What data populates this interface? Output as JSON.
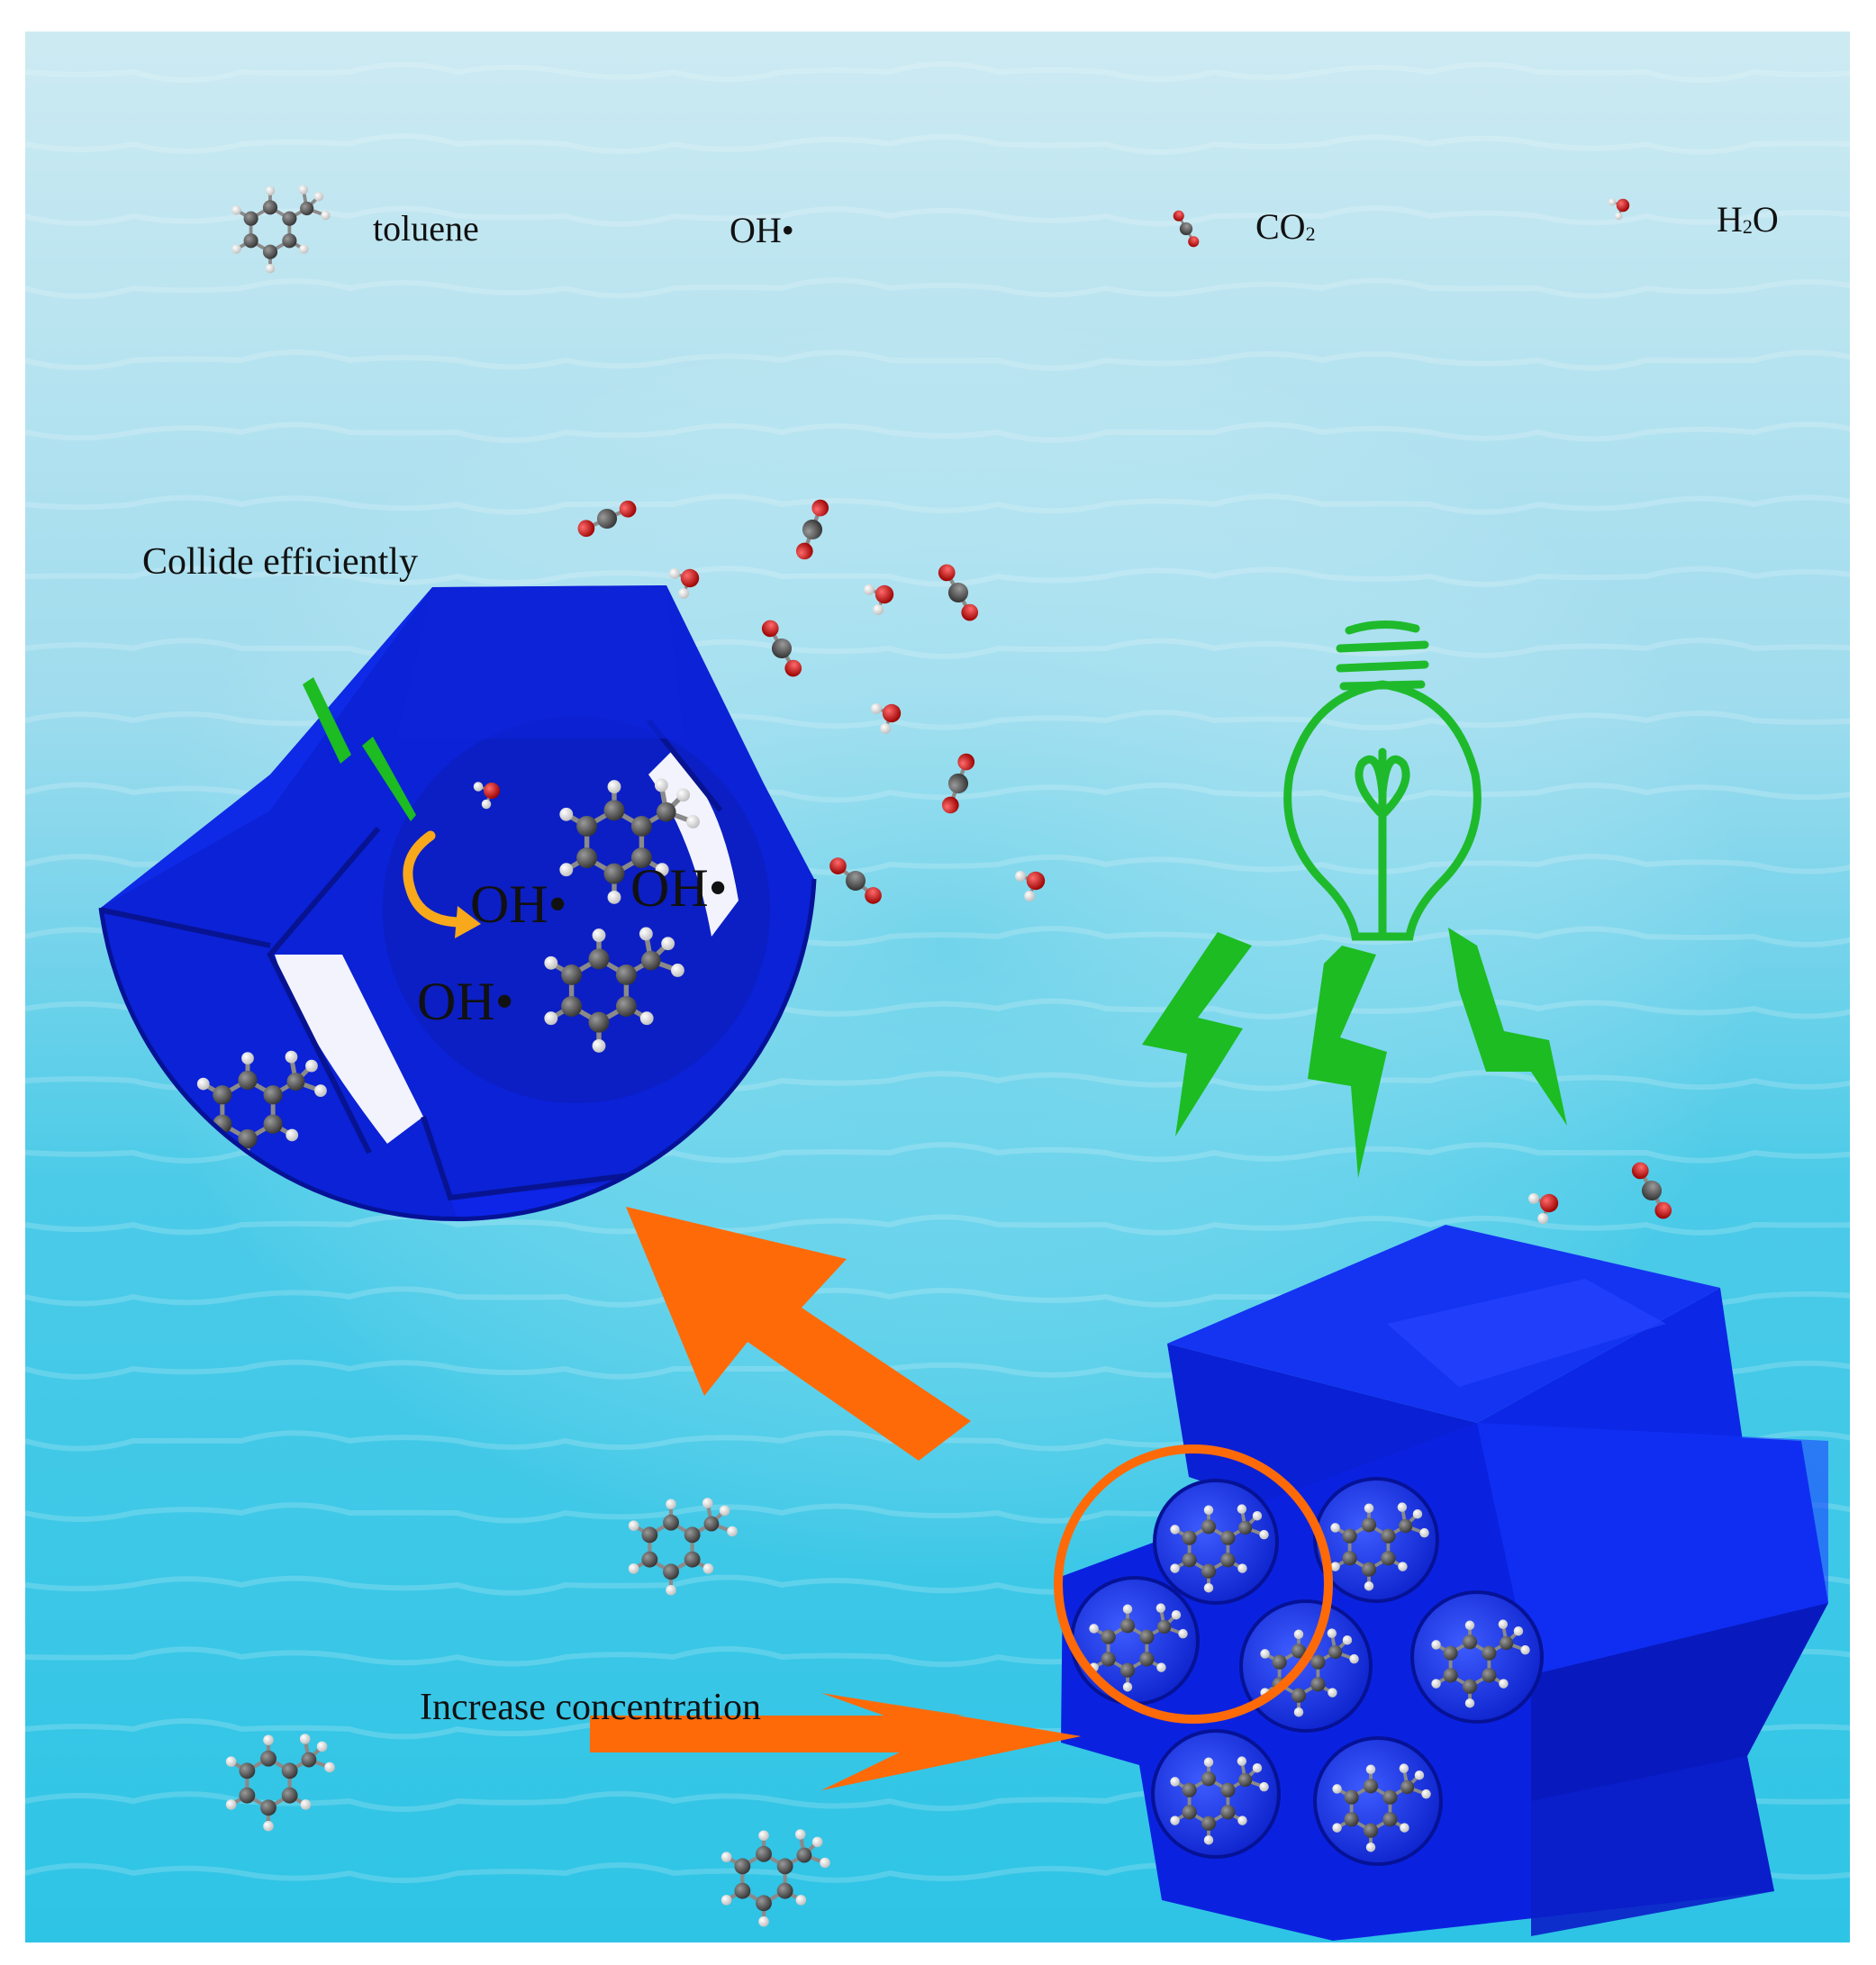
{
  "legend": {
    "toluene": "toluene",
    "oh_radical": "OH•",
    "co2": "CO",
    "co2_sub": "2",
    "h2o_h": "H",
    "h2o_sub": "2",
    "h2o_o": "O"
  },
  "annotations": {
    "collide": "Collide efficiently",
    "increase": "Increase concentration",
    "oh1": "OH•",
    "oh2": "OH•",
    "oh3": "OH•"
  },
  "colors": {
    "water_top": "#bfe6f0",
    "water_bottom": "#22c1e6",
    "framework_blue": "#0a22e0",
    "framework_dark": "#061296",
    "arrow_orange": "#ff6a08",
    "light_green": "#1fba2c",
    "carbon": "#555555",
    "oxygen": "#d01010",
    "hydrogen": "#f2f2f2",
    "arc_arrow": "#f7a81b"
  },
  "icons": [
    "toluene-molecule-icon",
    "co2-molecule-icon",
    "h2o-molecule-icon",
    "light-bulb-icon",
    "lightning-bolt-icon"
  ]
}
